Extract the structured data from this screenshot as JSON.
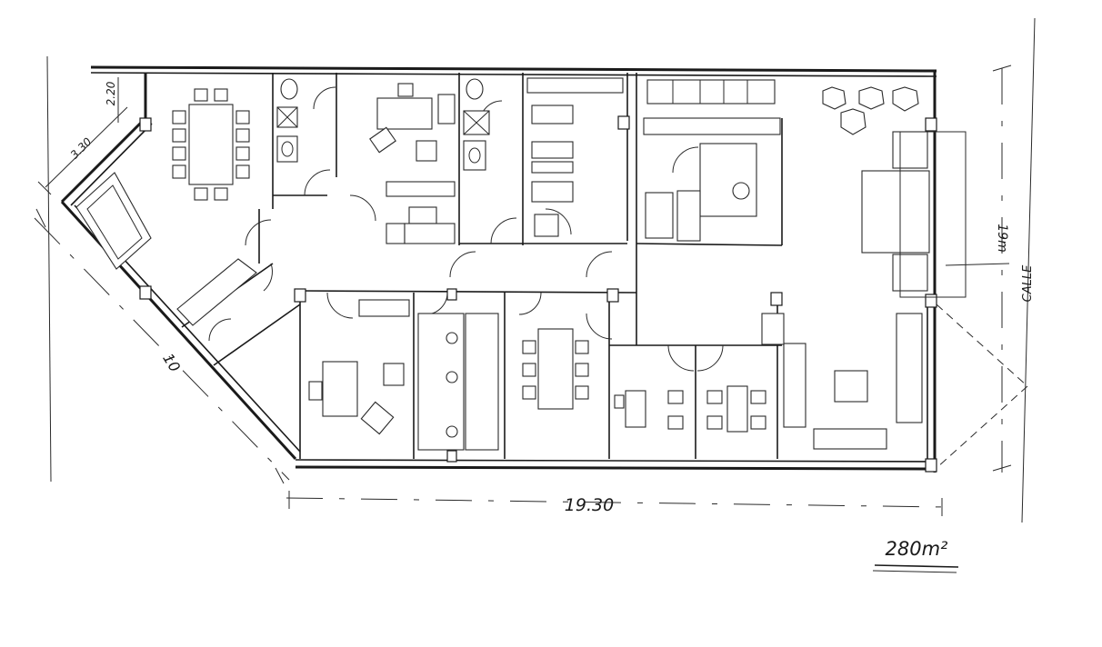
{
  "dimensions": {
    "length_bottom": "19.30",
    "width_right": "19m",
    "diag_a": "2.20",
    "diag_b": "3.30",
    "diag_c": "10"
  },
  "labels": {
    "street": "CALLE",
    "area": "280m²"
  },
  "colors": {
    "ink": "#1a1a1a",
    "paper": "#ffffff"
  }
}
